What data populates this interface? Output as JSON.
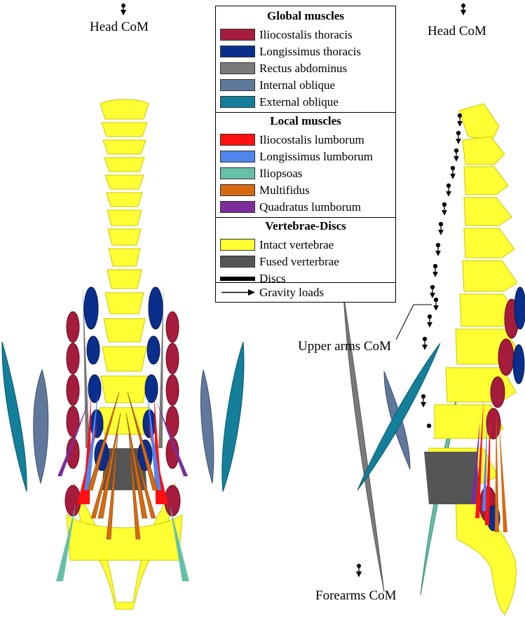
{
  "labels": {
    "head_com_left": "Head CoM",
    "head_com_right": "Head CoM",
    "upper_arms_com": "Upper arms CoM",
    "forearms_com": "Forearms CoM"
  },
  "legend": {
    "global": {
      "title": "Global muscles",
      "items": [
        {
          "label": "Iliocostalis thoracis",
          "color": "#a51c3c"
        },
        {
          "label": "Longissimus thoracis",
          "color": "#0a2e8c"
        },
        {
          "label": "Rectus abdominus",
          "color": "#7a7a7a"
        },
        {
          "label": "Internal oblique",
          "color": "#60789c"
        },
        {
          "label": "External oblique",
          "color": "#137f9a"
        }
      ]
    },
    "local": {
      "title": "Local muscles",
      "items": [
        {
          "label": "Iliocostalis lumborum",
          "color": "#ff1010"
        },
        {
          "label": "Longissimus lumborum",
          "color": "#4f86f0"
        },
        {
          "label": "Iliopsoas",
          "color": "#66c0a8"
        },
        {
          "label": "Multifidus",
          "color": "#d66a10"
        },
        {
          "label": "Quadratus lumborum",
          "color": "#7b2c9a"
        }
      ]
    },
    "vertebrae": {
      "title": "Vertebrae-Discs",
      "items": [
        {
          "label": "Intact vertebrae",
          "color": "#ffff33"
        },
        {
          "label": "Fused verterbrae",
          "color": "#555555"
        },
        {
          "label": "Discs",
          "color": "#000000"
        }
      ]
    },
    "gravity": {
      "label": "Gravity loads"
    }
  }
}
